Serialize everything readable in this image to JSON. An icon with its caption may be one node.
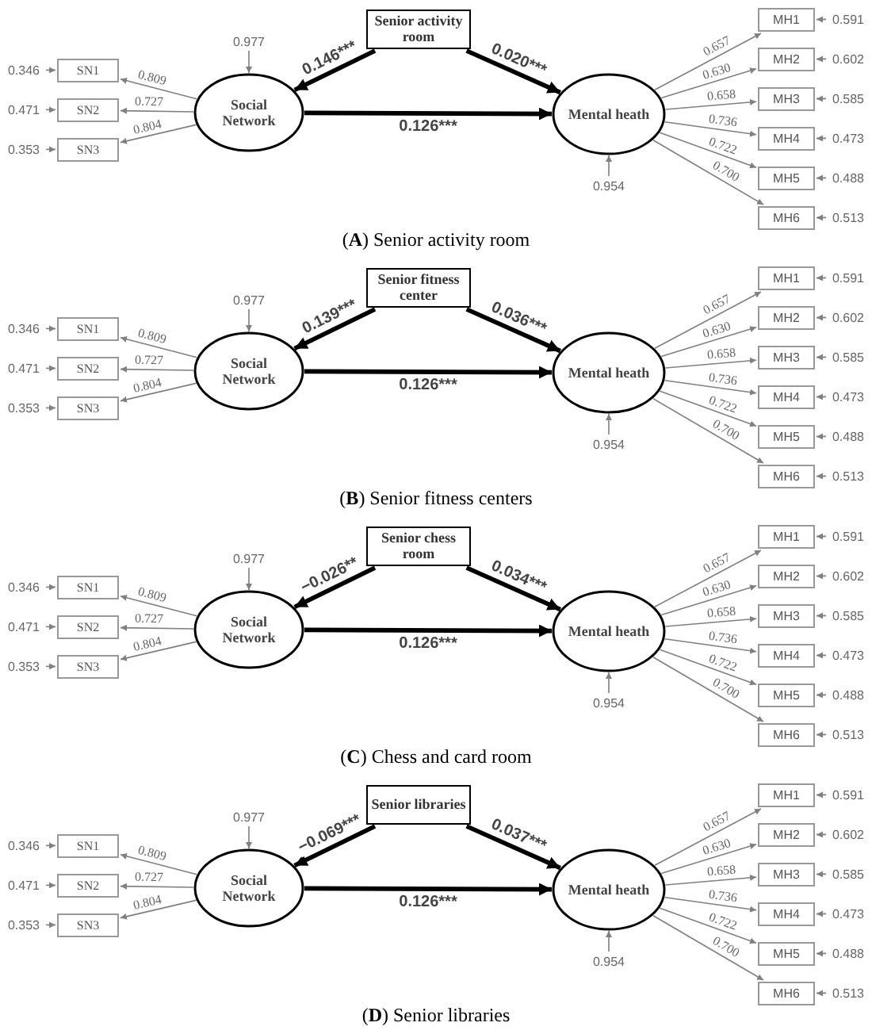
{
  "diagram": {
    "nodes": [
      {
        "text": [
          "Senior activity room"
        ]
      },
      {
        "text": [
          "0.977"
        ]
      },
      {
        "text": [
          "0.346"
        ]
      },
      {
        "text": [
          "SN1"
        ]
      },
      {
        "text": [
          "0.471"
        ]
      },
      {
        "text": [
          "SN2"
        ]
      },
      {
        "text": [
          "0.353"
        ]
      },
      {
        "text": [
          "SN3"
        ]
      },
      {
        "text": [
          "Social Network"
        ]
      },
      {
        "text": [
          "Mental heath"
        ]
      },
      {
        "text": [
          "MH1"
        ]
      },
      {
        "text": [
          "0.591"
        ]
      },
      {
        "text": [
          "MH2"
        ]
      },
      {
        "text": [
          "0.602"
        ]
      },
      {
        "text": [
          "MH3"
        ]
      },
      {
        "text": [
          "0.585"
        ]
      },
      {
        "text": [
          "MH4"
        ]
      },
      {
        "text": [
          "0.473"
        ]
      },
      {
        "text": [
          "MH5"
        ]
      },
      {
        "text": [
          "0.488"
        ]
      },
      {
        "text": [
          "MH6"
        ]
      },
      {
        "text": [
          "0.513"
        ]
      },
      {
        "text": [
          "0.954"
        ]
      },
      {
        "text": [
          "Senior fitness center"
        ]
      },
      {
        "text": [
          "0.977"
        ]
      },
      {
        "text": [
          "0.346"
        ]
      },
      {
        "text": [
          "SN1"
        ]
      },
      {
        "text": [
          "0.471"
        ]
      },
      {
        "text": [
          "SN2"
        ]
      },
      {
        "text": [
          "0.353"
        ]
      },
      {
        "text": [
          "SN3"
        ]
      },
      {
        "text": [
          "Social Network"
        ]
      },
      {
        "text": [
          "Mental heath"
        ]
      },
      {
        "text": [
          "MH1"
        ]
      },
      {
        "text": [
          "0.591"
        ]
      },
      {
        "text": [
          "MH2"
        ]
      },
      {
        "text": [
          "0.602"
        ]
      },
      {
        "text": [
          "MH3"
        ]
      },
      {
        "text": [
          "0.585"
        ]
      },
      {
        "text": [
          "MH4"
        ]
      },
      {
        "text": [
          "0.473"
        ]
      },
      {
        "text": [
          "MH5"
        ]
      },
      {
        "text": [
          "0.488"
        ]
      },
      {
        "text": [
          "MH6"
        ]
      },
      {
        "text": [
          "0.513"
        ]
      },
      {
        "text": [
          "0.954"
        ]
      },
      {
        "text": [
          "Senior chess room"
        ]
      },
      {
        "text": [
          "0.977"
        ]
      },
      {
        "text": [
          "0.346"
        ]
      },
      {
        "text": [
          "SN1"
        ]
      },
      {
        "text": [
          "0.471"
        ]
      },
      {
        "text": [
          "SN2"
        ]
      },
      {
        "text": [
          "0.353"
        ]
      },
      {
        "text": [
          "SN3"
        ]
      },
      {
        "text": [
          "Social Network"
        ]
      },
      {
        "text": [
          "Mental heath"
        ]
      },
      {
        "text": [
          "MH1"
        ]
      },
      {
        "text": [
          "0.591"
        ]
      },
      {
        "text": [
          "MH2"
        ]
      },
      {
        "text": [
          "0.602"
        ]
      },
      {
        "text": [
          "MH3"
        ]
      },
      {
        "text": [
          "0.585"
        ]
      },
      {
        "text": [
          "MH4"
        ]
      },
      {
        "text": [
          "0.473"
        ]
      },
      {
        "text": [
          "MH5"
        ]
      },
      {
        "text": [
          "0.488"
        ]
      },
      {
        "text": [
          "MH6"
        ]
      },
      {
        "text": [
          "0.513"
        ]
      },
      {
        "text": [
          "0.954"
        ]
      },
      {
        "text": [
          "Senior libraries"
        ]
      },
      {
        "text": [
          "0.977"
        ]
      },
      {
        "text": [
          "0.346"
        ]
      },
      {
        "text": [
          "SN1"
        ]
      },
      {
        "text": [
          "0.471"
        ]
      },
      {
        "text": [
          "SN2"
        ]
      },
      {
        "text": [
          "0.353"
        ]
      },
      {
        "text": [
          "SN3"
        ]
      },
      {
        "text": [
          "Social Network"
        ]
      },
      {
        "text": [
          "Mental heath"
        ]
      },
      {
        "text": [
          "MH1"
        ]
      },
      {
        "text": [
          "0.591"
        ]
      },
      {
        "text": [
          "MH2"
        ]
      },
      {
        "text": [
          "0.602"
        ]
      },
      {
        "text": [
          "MH3"
        ]
      },
      {
        "text": [
          "0.585"
        ]
      },
      {
        "text": [
          "MH4"
        ]
      },
      {
        "text": [
          "0.473"
        ]
      },
      {
        "text": [
          "MH5"
        ]
      },
      {
        "text": [
          "0.488"
        ]
      },
      {
        "text": [
          "MH6"
        ]
      },
      {
        "text": [
          "0.513"
        ]
      },
      {
        "text": [
          "0.954"
        ]
      }
    ],
    "edges": [
      {
        "from": 0,
        "to": 8,
        "arrow": "to",
        "label": "0.146***",
        "style": "thick",
        "color": "#000000"
      },
      {
        "from": 0,
        "to": 9,
        "arrow": "to",
        "label": "0.020***",
        "style": "thick",
        "color": "#000000"
      },
      {
        "from": 8,
        "to": 9,
        "arrow": "to",
        "label": "0.126***",
        "style": "thick",
        "color": "#000000"
      },
      {
        "from": 1,
        "to": 8,
        "arrow": "to"
      },
      {
        "from": 8,
        "to": 3,
        "arrow": "to",
        "label": "0.809"
      },
      {
        "from": 8,
        "to": 5,
        "arrow": "to",
        "label": "0.727"
      },
      {
        "from": 8,
        "to": 7,
        "arrow": "to",
        "label": "0.804"
      },
      {
        "from": 2,
        "to": 3,
        "arrow": "to"
      },
      {
        "from": 4,
        "to": 5,
        "arrow": "to"
      },
      {
        "from": 6,
        "to": 7,
        "arrow": "to"
      },
      {
        "from": 9,
        "to": 10,
        "arrow": "to",
        "label": "0.657"
      },
      {
        "from": 9,
        "to": 12,
        "arrow": "to",
        "label": "0.630"
      },
      {
        "from": 9,
        "to": 14,
        "arrow": "to",
        "label": "0.658"
      },
      {
        "from": 9,
        "to": 16,
        "arrow": "to",
        "label": "0.736"
      },
      {
        "from": 9,
        "to": 18,
        "arrow": "to",
        "label": "0.722"
      },
      {
        "from": 9,
        "to": 20,
        "arrow": "to",
        "label": "0.700"
      },
      {
        "from": 11,
        "to": 10,
        "arrow": "to"
      },
      {
        "from": 13,
        "to": 12,
        "arrow": "to"
      },
      {
        "from": 15,
        "to": 14,
        "arrow": "to"
      },
      {
        "from": 17,
        "to": 16,
        "arrow": "to"
      },
      {
        "from": 19,
        "to": 18,
        "arrow": "to"
      },
      {
        "from": 21,
        "to": 20,
        "arrow": "to"
      },
      {
        "from": 22,
        "to": 9,
        "arrow": "to"
      },
      {
        "from": 23,
        "to": 31,
        "arrow": "to",
        "label": "0.139***",
        "style": "thick",
        "color": "#000000"
      },
      {
        "from": 23,
        "to": 32,
        "arrow": "to",
        "label": "0.036***",
        "style": "thick",
        "color": "#000000"
      },
      {
        "from": 31,
        "to": 32,
        "arrow": "to",
        "label": "0.126***",
        "style": "thick",
        "color": "#000000"
      },
      {
        "from": 24,
        "to": 31,
        "arrow": "to"
      },
      {
        "from": 31,
        "to": 26,
        "arrow": "to",
        "label": "0.809"
      },
      {
        "from": 31,
        "to": 28,
        "arrow": "to",
        "label": "0.727"
      },
      {
        "from": 31,
        "to": 30,
        "arrow": "to",
        "label": "0.804"
      },
      {
        "from": 25,
        "to": 26,
        "arrow": "to"
      },
      {
        "from": 27,
        "to": 28,
        "arrow": "to"
      },
      {
        "from": 29,
        "to": 30,
        "arrow": "to"
      },
      {
        "from": 32,
        "to": 33,
        "arrow": "to",
        "label": "0.657"
      },
      {
        "from": 32,
        "to": 35,
        "arrow": "to",
        "label": "0.630"
      },
      {
        "from": 32,
        "to": 37,
        "arrow": "to",
        "label": "0.658"
      },
      {
        "from": 32,
        "to": 39,
        "arrow": "to",
        "label": "0.736"
      },
      {
        "from": 32,
        "to": 41,
        "arrow": "to",
        "label": "0.722"
      },
      {
        "from": 32,
        "to": 43,
        "arrow": "to",
        "label": "0.700"
      },
      {
        "from": 34,
        "to": 33,
        "arrow": "to"
      },
      {
        "from": 36,
        "to": 35,
        "arrow": "to"
      },
      {
        "from": 38,
        "to": 37,
        "arrow": "to"
      },
      {
        "from": 40,
        "to": 39,
        "arrow": "to"
      },
      {
        "from": 42,
        "to": 41,
        "arrow": "to"
      },
      {
        "from": 44,
        "to": 43,
        "arrow": "to"
      },
      {
        "from": 45,
        "to": 32,
        "arrow": "to"
      },
      {
        "from": 46,
        "to": 54,
        "arrow": "to",
        "label": "−0.026**",
        "style": "thick",
        "color": "#000000"
      },
      {
        "from": 46,
        "to": 55,
        "arrow": "to",
        "label": "0.034***",
        "style": "thick",
        "color": "#000000"
      },
      {
        "from": 54,
        "to": 55,
        "arrow": "to",
        "label": "0.126***",
        "style": "thick",
        "color": "#000000"
      },
      {
        "from": 47,
        "to": 54,
        "arrow": "to"
      },
      {
        "from": 54,
        "to": 49,
        "arrow": "to",
        "label": "0.809"
      },
      {
        "from": 54,
        "to": 51,
        "arrow": "to",
        "label": "0.727"
      },
      {
        "from": 54,
        "to": 53,
        "arrow": "to",
        "label": "0.804"
      },
      {
        "from": 48,
        "to": 49,
        "arrow": "to"
      },
      {
        "from": 50,
        "to": 51,
        "arrow": "to"
      },
      {
        "from": 52,
        "to": 53,
        "arrow": "to"
      },
      {
        "from": 55,
        "to": 56,
        "arrow": "to",
        "label": "0.657"
      },
      {
        "from": 55,
        "to": 58,
        "arrow": "to",
        "label": "0.630"
      },
      {
        "from": 55,
        "to": 60,
        "arrow": "to",
        "label": "0.658"
      },
      {
        "from": 55,
        "to": 62,
        "arrow": "to",
        "label": "0.736"
      },
      {
        "from": 55,
        "to": 64,
        "arrow": "to",
        "label": "0.722"
      },
      {
        "from": 55,
        "to": 66,
        "arrow": "to",
        "label": "0.700"
      },
      {
        "from": 57,
        "to": 56,
        "arrow": "to"
      },
      {
        "from": 59,
        "to": 58,
        "arrow": "to"
      },
      {
        "from": 61,
        "to": 60,
        "arrow": "to"
      },
      {
        "from": 63,
        "to": 62,
        "arrow": "to"
      },
      {
        "from": 65,
        "to": 64,
        "arrow": "to"
      },
      {
        "from": 67,
        "to": 66,
        "arrow": "to"
      },
      {
        "from": 68,
        "to": 55,
        "arrow": "to"
      },
      {
        "from": 69,
        "to": 77,
        "arrow": "to",
        "label": "−0.069***",
        "style": "thick",
        "color": "#000000"
      },
      {
        "from": 69,
        "to": 78,
        "arrow": "to",
        "label": "0.037***",
        "style": "thick",
        "color": "#000000"
      },
      {
        "from": 77,
        "to": 78,
        "arrow": "to",
        "label": "0.126***",
        "style": "thick",
        "color": "#000000"
      },
      {
        "from": 70,
        "to": 77,
        "arrow": "to"
      },
      {
        "from": 77,
        "to": 72,
        "arrow": "to",
        "label": "0.809"
      },
      {
        "from": 77,
        "to": 74,
        "arrow": "to",
        "label": "0.727"
      },
      {
        "from": 77,
        "to": 76,
        "arrow": "to",
        "label": "0.804"
      },
      {
        "from": 71,
        "to": 72,
        "arrow": "to"
      },
      {
        "from": 73,
        "to": 74,
        "arrow": "to"
      },
      {
        "from": 75,
        "to": 76,
        "arrow": "to"
      },
      {
        "from": 78,
        "to": 79,
        "arrow": "to",
        "label": "0.657"
      },
      {
        "from": 78,
        "to": 81,
        "arrow": "to",
        "label": "0.630"
      },
      {
        "from": 78,
        "to": 83,
        "arrow": "to",
        "label": "0.658"
      },
      {
        "from": 78,
        "to": 85,
        "arrow": "to",
        "label": "0.736"
      },
      {
        "from": 78,
        "to": 87,
        "arrow": "to",
        "label": "0.722"
      },
      {
        "from": 78,
        "to": 89,
        "arrow": "to",
        "label": "0.700"
      },
      {
        "from": 80,
        "to": 79,
        "arrow": "to"
      },
      {
        "from": 82,
        "to": 81,
        "arrow": "to"
      },
      {
        "from": 84,
        "to": 83,
        "arrow": "to"
      },
      {
        "from": 86,
        "to": 85,
        "arrow": "to"
      },
      {
        "from": 88,
        "to": 87,
        "arrow": "to"
      },
      {
        "from": 90,
        "to": 89,
        "arrow": "to"
      },
      {
        "from": 91,
        "to": 78,
        "arrow": "to"
      }
    ],
    "labels": [
      "(**A**) Senior activity room",
      "(**B**) Senior fitness centers",
      "(**C**) Chess and card room",
      "(**D**) Senior libraries"
    ]
  }
}
